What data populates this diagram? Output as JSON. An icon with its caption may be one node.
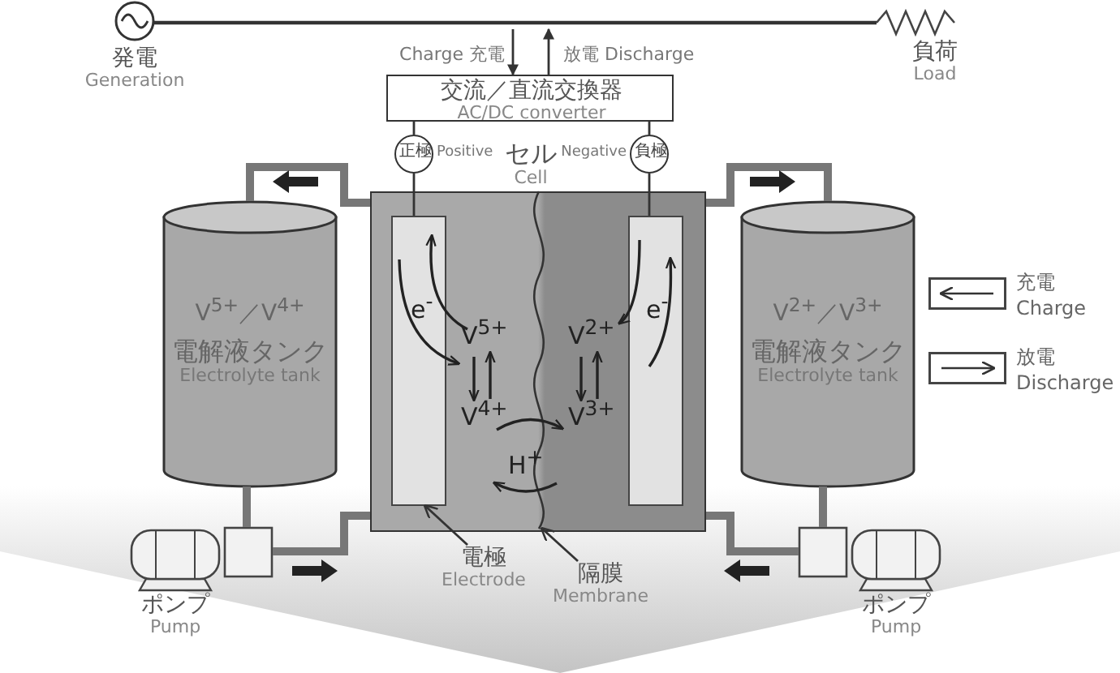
{
  "diagram": {
    "nodes": [
      {
        "text": [
          "発電",
          "Generation"
        ]
      },
      {
        "text": [
          "負荷",
          "Load"
        ]
      },
      {
        "text": [
          "交流／直流交換器",
          "AC/DC converter"
        ]
      },
      {
        "text": [
          "正極"
        ],
        "beside": [
          "Positive"
        ]
      },
      {
        "text": [
          "負極"
        ],
        "beside": [
          "Negative"
        ]
      },
      {
        "text": [
          "セル",
          "Cell"
        ]
      },
      {
        "text": [],
        "shape": "box",
        "in": 5
      },
      {
        "text": [],
        "shape": "box",
        "in": 5
      },
      {
        "text": [],
        "shape": "line",
        "in": 5
      },
      {
        "text": [
          "V$^{5+}$／V$^{4+}$",
          "電解液タンク",
          "Electrolyte tank"
        ]
      },
      {
        "text": [
          "V$^{2+}$／V$^{3+}$",
          "電解液タンク",
          "Electrolyte tank"
        ]
      },
      {
        "text": [
          "ポンプ",
          "Pump"
        ]
      },
      {
        "text": [
          "ポンプ",
          "Pump"
        ]
      },
      {
        "text": [
          "電極",
          "Electrode"
        ]
      },
      {
        "text": [
          "隔膜",
          "Membrane"
        ]
      }
    ],
    "edges": [
      {
        "from": 0,
        "to": 1,
        "arrow": "none"
      },
      {
        "from": null,
        "to": 2,
        "arrow": "to",
        "label": "Charge 充電"
      },
      {
        "from": 2,
        "to": null,
        "arrow": "to",
        "label": "放電 Discharge"
      },
      {
        "from": 2,
        "to": 3,
        "arrow": "none"
      },
      {
        "from": 2,
        "to": 4,
        "arrow": "none"
      },
      {
        "from": 3,
        "to": 6,
        "arrow": "none"
      },
      {
        "from": 4,
        "to": 7,
        "arrow": "none"
      },
      {
        "from": 9,
        "to": 5,
        "arrow": "none",
        "style": "thick",
        "color": "#777777"
      },
      {
        "from": 9,
        "to": 11,
        "arrow": "none",
        "style": "thick",
        "color": "#777777"
      },
      {
        "from": 11,
        "to": 5,
        "arrow": "none",
        "style": "thick",
        "color": "#777777"
      },
      {
        "from": 10,
        "to": 5,
        "arrow": "none",
        "style": "thick",
        "color": "#777777"
      },
      {
        "from": 10,
        "to": 12,
        "arrow": "none",
        "style": "thick",
        "color": "#777777"
      },
      {
        "from": 12,
        "to": 5,
        "arrow": "none",
        "style": "thick",
        "color": "#777777"
      },
      {
        "from": 13,
        "to": 6,
        "arrow": "to"
      },
      {
        "from": 14,
        "to": 8,
        "arrow": "to"
      }
    ],
    "labels": [
      "e$^{-}$",
      "V$^{5+}$",
      "V$^{2+}$",
      "e$^{-}$",
      "V$^{4+}$",
      "V$^{3+}$",
      "H$^{+}$"
    ],
    "legend": [
      {
        "text": "充電 Charge"
      },
      {
        "text": "放電 Discharge"
      }
    ]
  }
}
